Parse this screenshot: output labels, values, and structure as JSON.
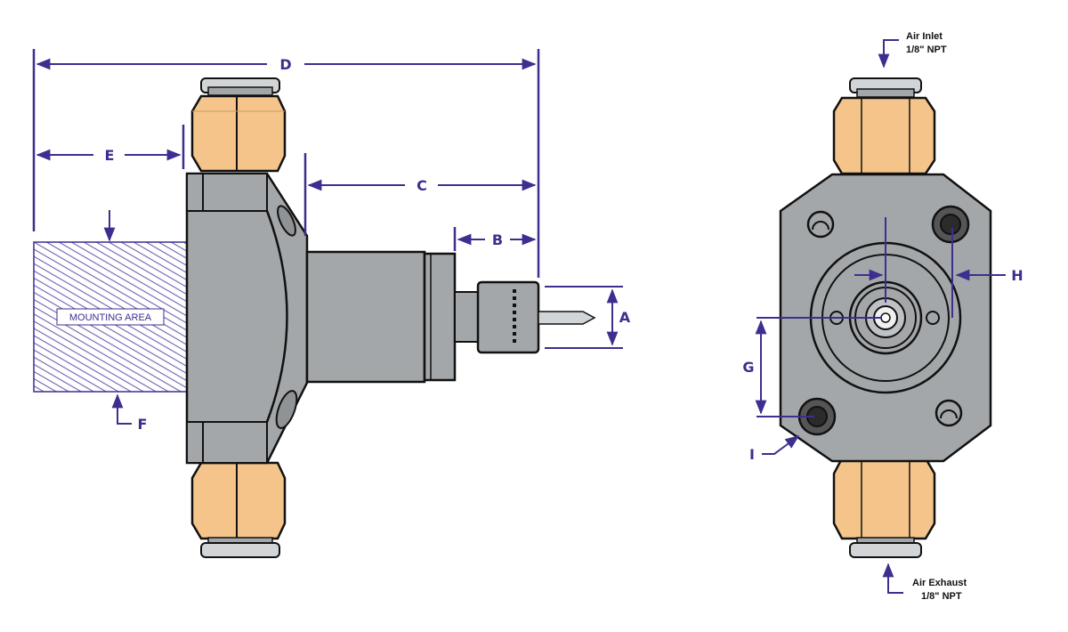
{
  "diagram": {
    "labels": {
      "A": "A",
      "B": "B",
      "C": "C",
      "D": "D",
      "E": "E",
      "F": "F",
      "G": "G",
      "H": "H",
      "I": "I"
    },
    "mounting_area": "MOUNTING AREA",
    "air_inlet": {
      "line1": "Air Inlet",
      "line2": "1/8\" NPT"
    },
    "air_exhaust": {
      "line1": "Air Exhaust",
      "line2": "1/8\" NPT"
    }
  },
  "colors": {
    "dimension": "#3c2f8f",
    "body": "#a3a7a9",
    "outline": "#111111",
    "fitting": "#f4c48a",
    "cap": "#d2d5d7",
    "hatch": "#6a63b5"
  },
  "icons": [
    "arrow-icon",
    "hex-nut-icon",
    "drill-bit-icon"
  ]
}
